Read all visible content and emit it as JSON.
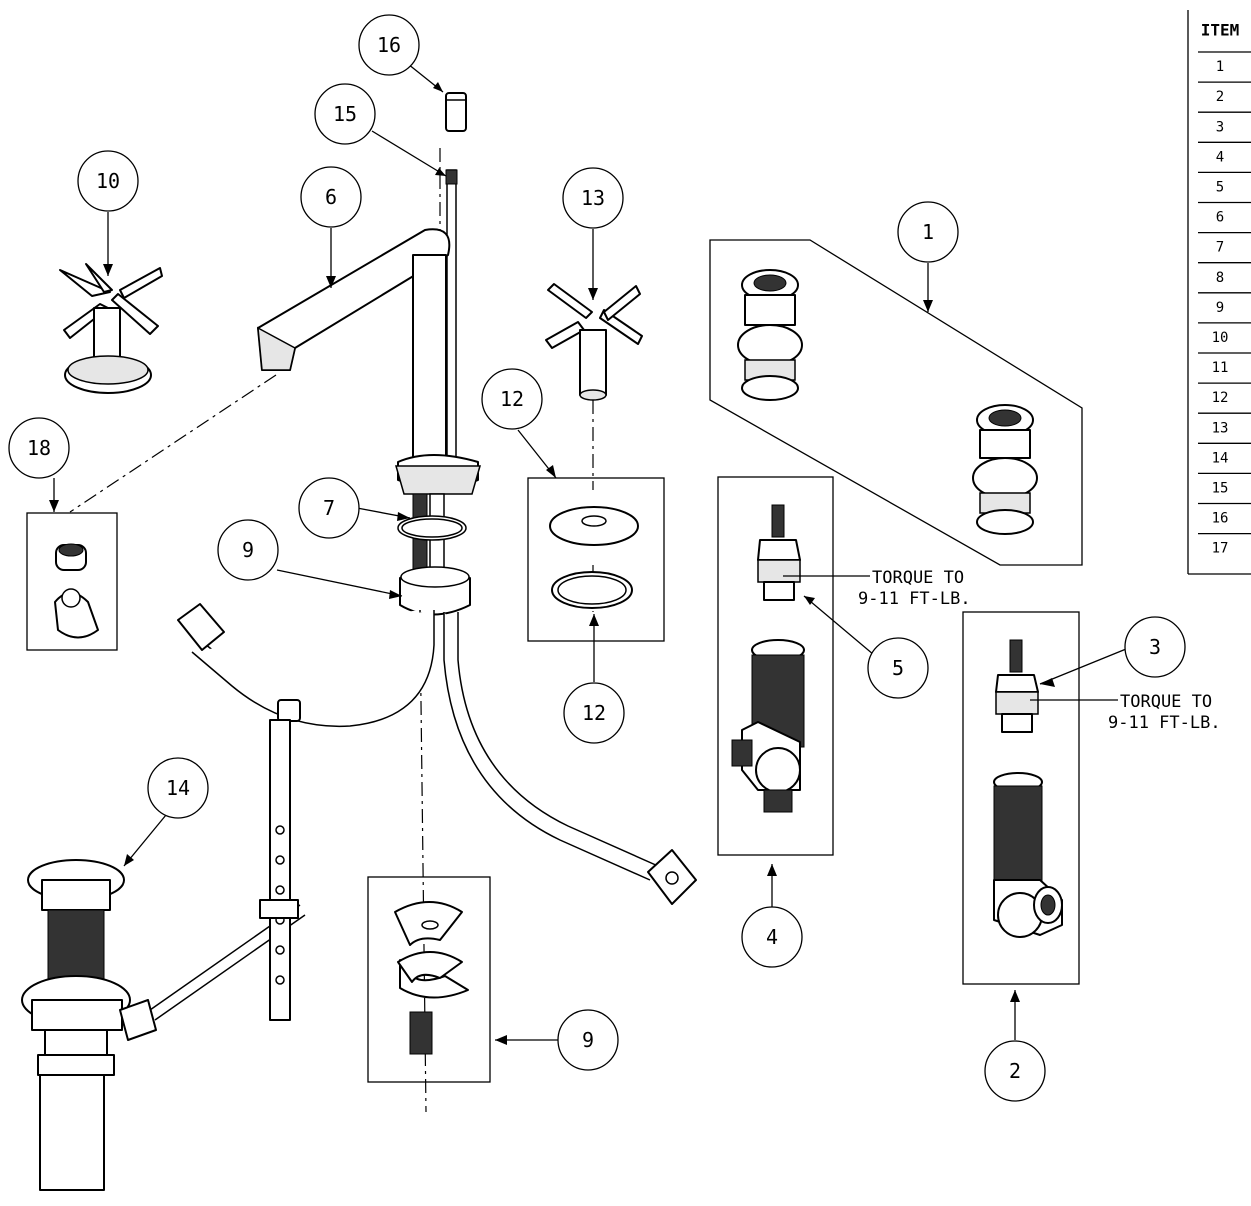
{
  "callouts": [
    {
      "id": "callout-16",
      "label": "16"
    },
    {
      "id": "callout-15",
      "label": "15"
    },
    {
      "id": "callout-10",
      "label": "10"
    },
    {
      "id": "callout-6",
      "label": "6"
    },
    {
      "id": "callout-13",
      "label": "13"
    },
    {
      "id": "callout-1",
      "label": "1"
    },
    {
      "id": "callout-12-top",
      "label": "12"
    },
    {
      "id": "callout-12-bottom",
      "label": "12"
    },
    {
      "id": "callout-18",
      "label": "18"
    },
    {
      "id": "callout-7",
      "label": "7"
    },
    {
      "id": "callout-9-top",
      "label": "9"
    },
    {
      "id": "callout-5",
      "label": "5"
    },
    {
      "id": "callout-3",
      "label": "3"
    },
    {
      "id": "callout-14",
      "label": "14"
    },
    {
      "id": "callout-4",
      "label": "4"
    },
    {
      "id": "callout-9-bottom",
      "label": "9"
    },
    {
      "id": "callout-2",
      "label": "2"
    }
  ],
  "notes": {
    "torque_5_line1": "TORQUE TO",
    "torque_5_line2": "9-11 FT-LB.",
    "torque_3_line1": "TORQUE TO",
    "torque_3_line2": "9-11 FT-LB."
  },
  "parts_table": {
    "header": "ITEM",
    "items": [
      "1",
      "2",
      "3",
      "4",
      "5",
      "6",
      "7",
      "8",
      "9",
      "10",
      "11",
      "12",
      "13",
      "14",
      "15",
      "16",
      "17"
    ]
  }
}
